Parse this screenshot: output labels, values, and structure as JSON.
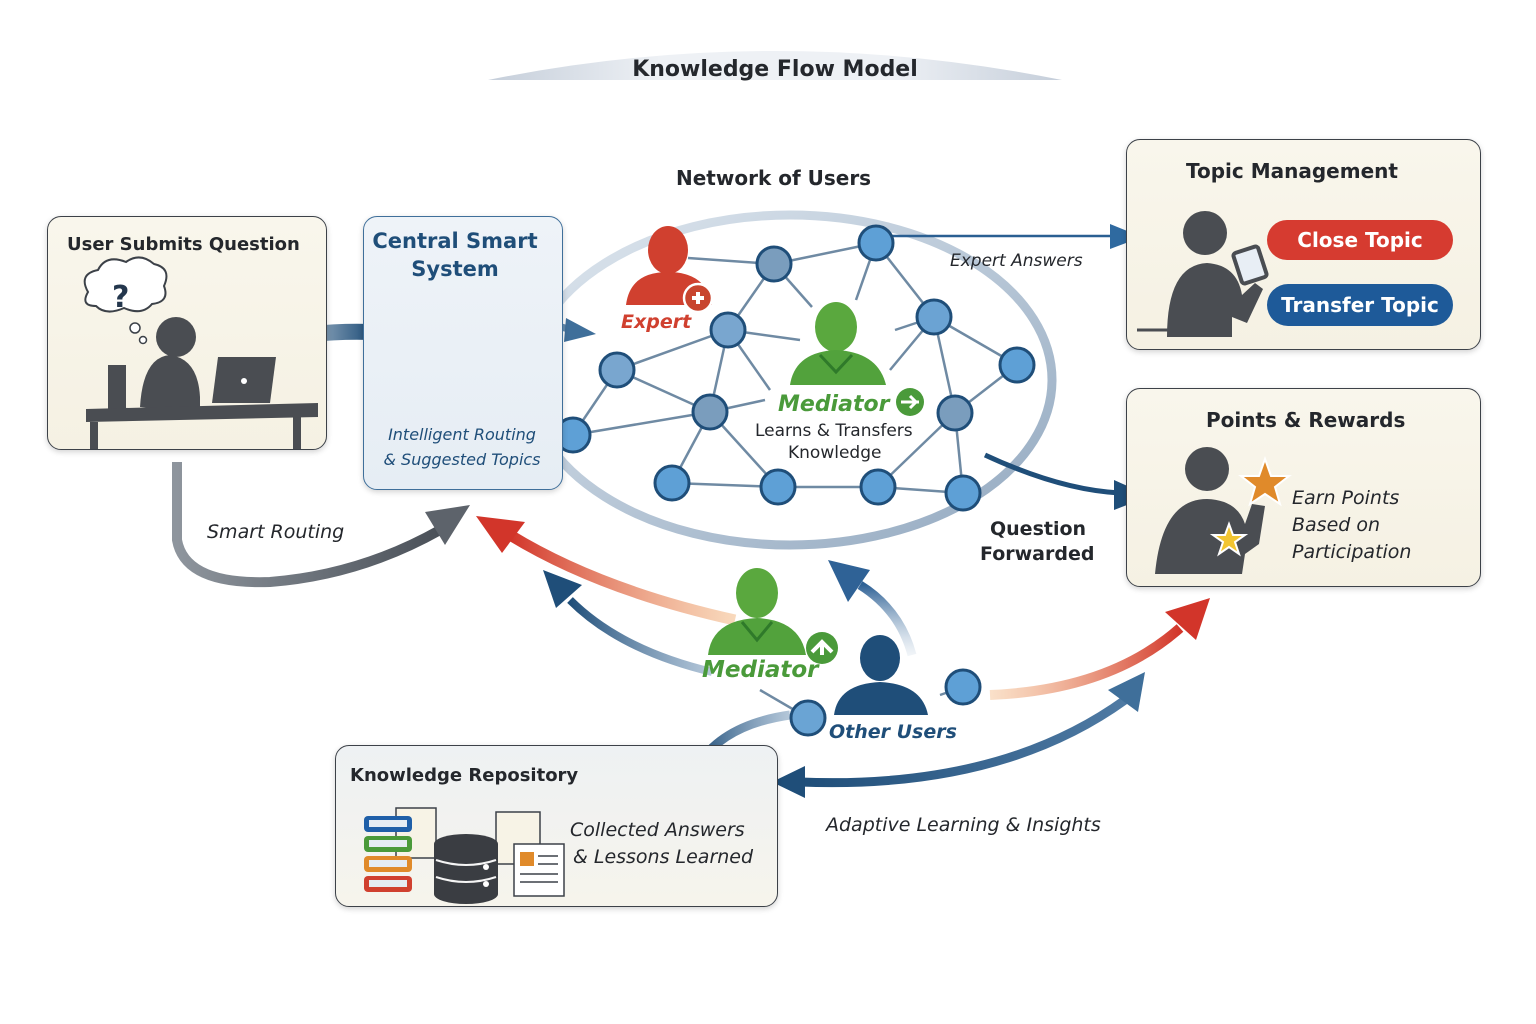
{
  "title": "Knowledge Flow Model",
  "user_box": {
    "title": "User Submits Question",
    "icon": "thinking-user-at-laptop-icon",
    "thought_glyph": "?"
  },
  "central_system": {
    "title_line1": "Central Smart",
    "title_line2": "System",
    "icon": "network-hub-icon",
    "subtitle_line1": "Intelligent Routing",
    "subtitle_line2": "& Suggested Topics"
  },
  "network": {
    "title": "Network of Users",
    "expert_label": "Expert",
    "mediator_label": "Mediator",
    "mediator_desc_line1": "Learns & Transfers",
    "mediator_desc_line2": "Knowledge"
  },
  "topic_management": {
    "title": "Topic Management",
    "close_button": "Close Topic",
    "transfer_button": "Transfer Topic"
  },
  "points_rewards": {
    "title": "Points & Rewards",
    "desc_line1": "Earn Points",
    "desc_line2": "Based on",
    "desc_line3": "Participation"
  },
  "repository": {
    "title": "Knowledge Repository",
    "desc_line1": "Collected Answers",
    "desc_line2": "& Lessons Learned"
  },
  "bottom_users": {
    "mediator_label": "Mediator",
    "other_users_label": "Other Users"
  },
  "flow_labels": {
    "smart_routing": "Smart Routing",
    "expert_answers": "Expert Answers",
    "question_forwarded_line1": "Question",
    "question_forwarded_line2": "Forwarded",
    "adaptive_learning": "Adaptive Learning & Insights"
  },
  "colors": {
    "navy": "#1f4e79",
    "expert_red": "#d0402f",
    "mediator_green": "#4a9a3a",
    "close_red": "#d63b30",
    "transfer_blue": "#1e5a99",
    "node_blue": "#6aa4d4",
    "gray_figure": "#4a4d52",
    "star_orange": "#e08a2a",
    "star_yellow": "#f2c531"
  }
}
